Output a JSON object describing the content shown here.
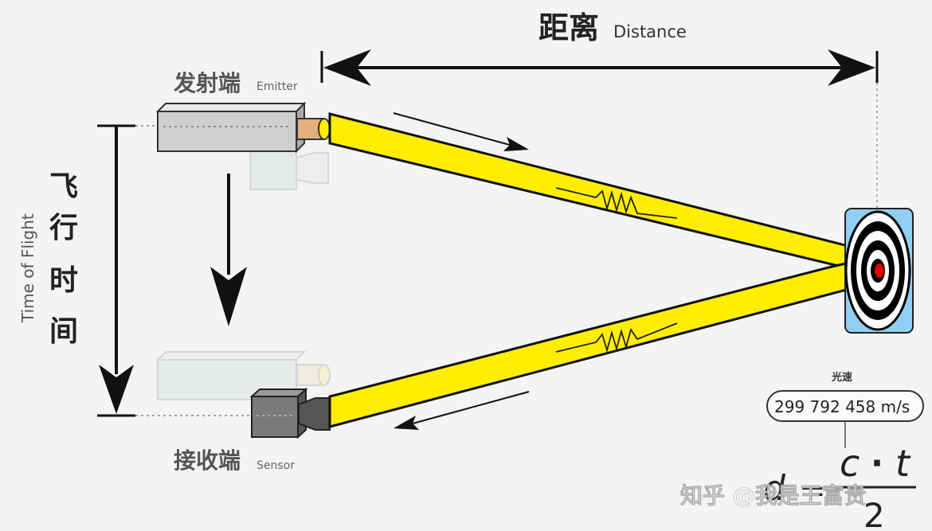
{
  "distance": {
    "label_cn": "距离",
    "label_en": "Distance"
  },
  "emitter": {
    "label_cn": "发射端",
    "label_en": "Emitter"
  },
  "sensor": {
    "label_cn": "接收端",
    "label_en": "Sensor"
  },
  "time_of_flight": {
    "label_en": "Time of Flight",
    "label_cn_chars": [
      "飞",
      "行",
      "时",
      "间"
    ]
  },
  "light_speed": {
    "label_cn": "光速",
    "value": "299 792 458 m/s"
  },
  "formula": {
    "lhs": "d",
    "equals": "=",
    "numerator_c": "c",
    "dot": "·",
    "numerator_t": "t",
    "denominator": "2"
  },
  "watermark": "知乎 @我是王富贵",
  "colors": {
    "beam_yellow": "#ffee00",
    "beam_outline": "#111111",
    "target_blue": "#8fd0f2",
    "target_center_red": "#e00000",
    "background": "#f4f4f4"
  }
}
